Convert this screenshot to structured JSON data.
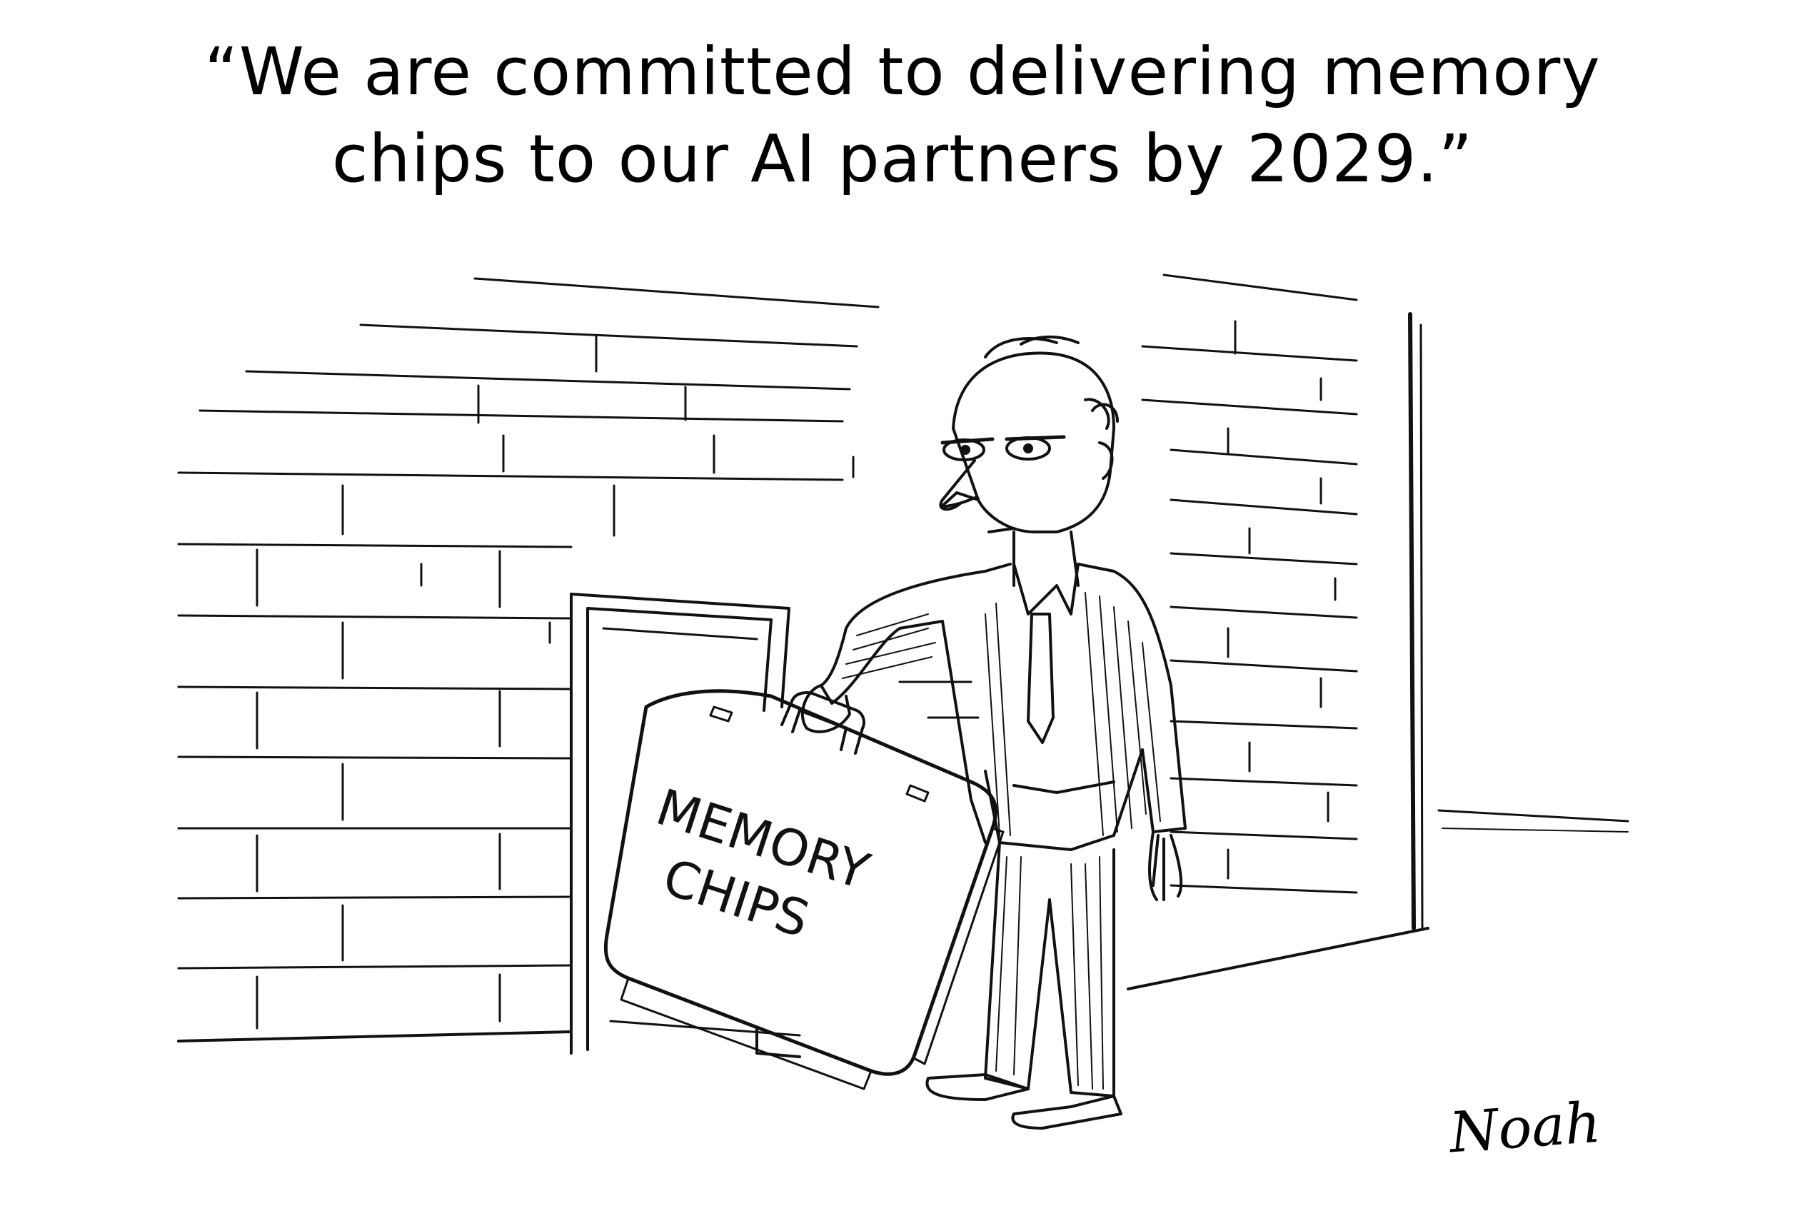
{
  "caption": {
    "line1": "“We are committed to delivering memory",
    "line2": "chips to our AI partners by 2029.”"
  },
  "briefcase": {
    "label_line1": "MEMORY",
    "label_line2": "CHIPS"
  },
  "signature": "Noah",
  "colors": {
    "ink": "#111111",
    "paper": "#ffffff"
  }
}
